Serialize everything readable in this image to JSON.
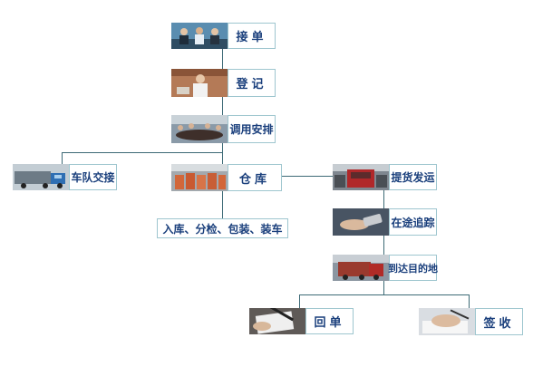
{
  "nodes": {
    "order": {
      "label": "接单",
      "icon": "handshake-meeting-photo"
    },
    "register": {
      "label": "登记",
      "icon": "phone-operator-photo"
    },
    "dispatch": {
      "label": "调用安排",
      "icon": "conference-room-photo"
    },
    "fleet": {
      "label": "车队交接",
      "icon": "truck-fleet-photo"
    },
    "warehouse": {
      "label": "仓库",
      "icon": "warehouse-photo"
    },
    "pickup": {
      "label": "提货发运",
      "icon": "truck-front-photo"
    },
    "tracking": {
      "label": "在途追踪",
      "icon": "hand-device-photo"
    },
    "arrival": {
      "label": "到达目的地",
      "icon": "arriving-truck-photo"
    },
    "receipt": {
      "label": "回单",
      "icon": "document-pen-photo"
    },
    "signoff": {
      "label": "签收",
      "icon": "signing-hand-photo"
    }
  },
  "warehouse_steps": "入库、分检、包装、装车",
  "colors": {
    "line": "#3d6a76",
    "label_text": "#1a3f7c",
    "label_border": "#9ec6cf",
    "photo_bg": "#4a6f86"
  }
}
